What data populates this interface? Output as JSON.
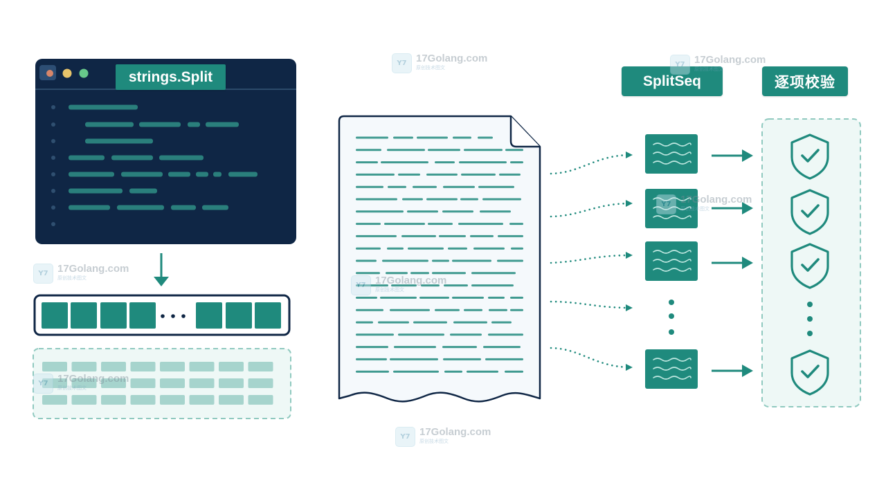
{
  "labels": {
    "split": "strings.Split",
    "splitseq": "SplitSeq",
    "verify": "逐项校验"
  },
  "watermark": {
    "title": "17Golang.com",
    "subtitle": "原创技术图文",
    "logo_text": "Y7"
  },
  "icons": {
    "window_dots": [
      "window-logo-icon",
      "minimize-dot-icon",
      "maximize-dot-icon"
    ],
    "shield": "shield-check-icon"
  },
  "colors": {
    "teal": "#1f8a7d",
    "navy": "#0f2645",
    "paper": "#f5f9fc",
    "light_teal": "#a6d4cd",
    "dashed_panel": "#eaf6f4"
  }
}
